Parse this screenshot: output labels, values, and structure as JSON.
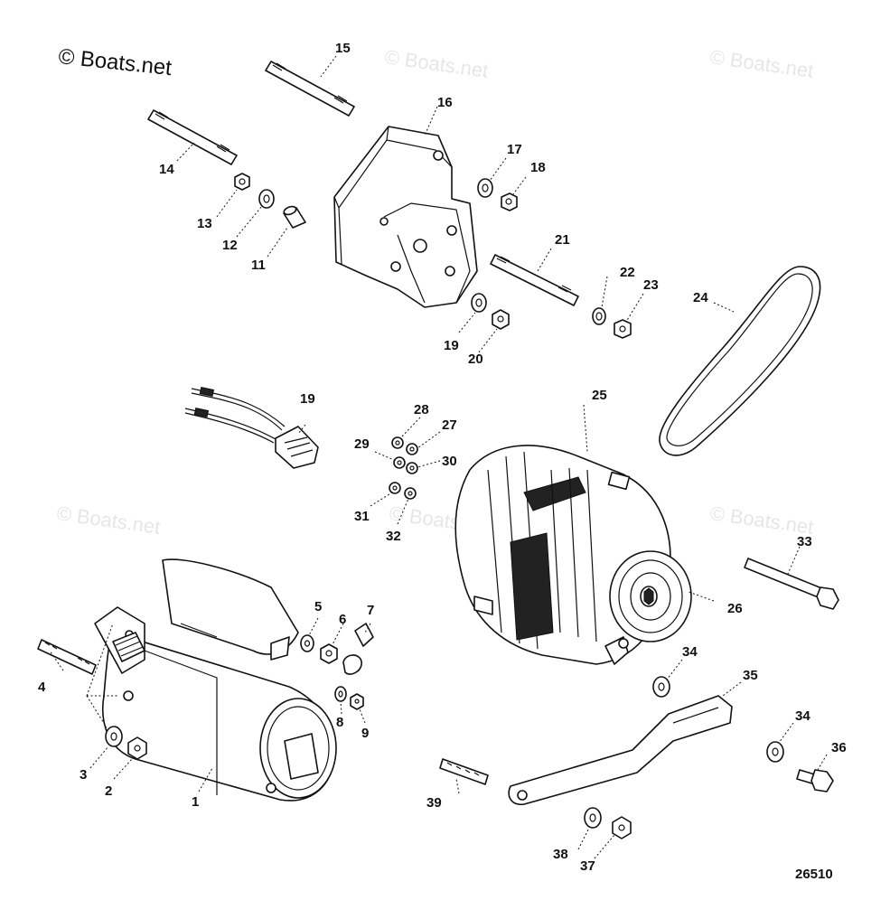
{
  "copyright": "© Boats.net",
  "watermark": "© Boats.net",
  "diagram_number": "26510",
  "callouts": {
    "c1": "1",
    "c2": "2",
    "c3": "3",
    "c4": "4",
    "c5": "5",
    "c6": "6",
    "c7": "7",
    "c8": "8",
    "c9": "9",
    "c11": "11",
    "c12": "12",
    "c13": "13",
    "c14": "14",
    "c15": "15",
    "c16": "16",
    "c17": "17",
    "c18": "18",
    "c19a": "19",
    "c19b": "19",
    "c20": "20",
    "c21": "21",
    "c22": "22",
    "c23": "23",
    "c24": "24",
    "c25": "25",
    "c26": "26",
    "c27": "27",
    "c28": "28",
    "c29": "29",
    "c30": "30",
    "c31": "31",
    "c32": "32",
    "c33": "33",
    "c34a": "34",
    "c34b": "34",
    "c35": "35",
    "c36": "36",
    "c37": "37",
    "c38": "38",
    "c39": "39"
  }
}
